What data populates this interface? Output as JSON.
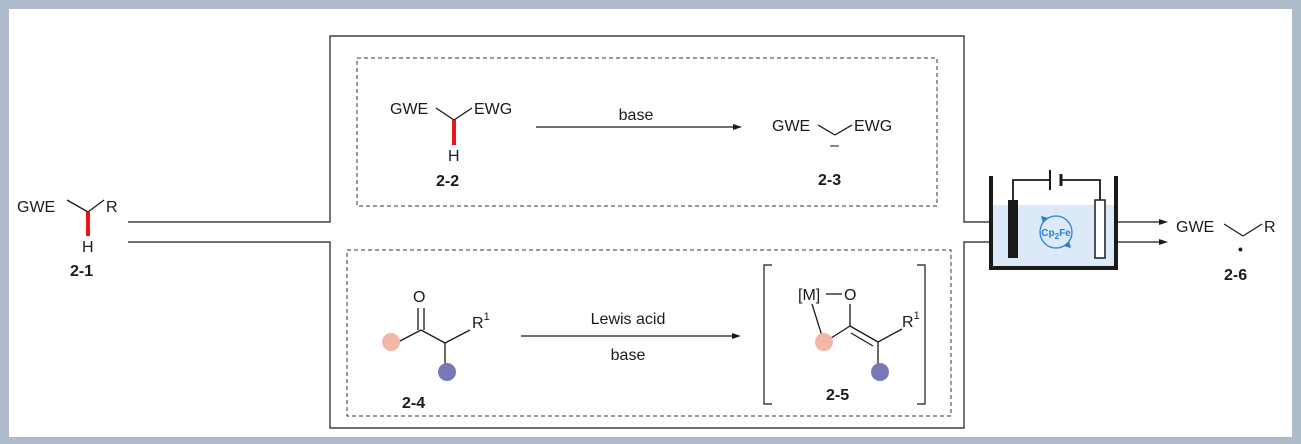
{
  "colors": {
    "page_border": "#aebbcb",
    "bond_highlight": "#e8141c",
    "accent_blue": "#2a7fd4",
    "electrolyte": "#dbe9f8",
    "dot_pink": "#f4b7a6",
    "dot_purple": "#7b78b8"
  },
  "compound_2_1": {
    "left": "GWE",
    "right": "R",
    "h": "H",
    "number": "2-1"
  },
  "reaction_1": {
    "sm_left": "GWE",
    "sm_right": "EWG",
    "sm_h": "H",
    "sm_number": "2-2",
    "reagent": "base",
    "prod_left": "GWE",
    "prod_right": "EWG",
    "prod_charge": "–",
    "prod_number": "2-3"
  },
  "reaction_2": {
    "sm_o": "O",
    "sm_r": "R",
    "sm_r_sup": "1",
    "sm_number": "2-4",
    "reagent_top": "Lewis acid",
    "reagent_bottom": "base",
    "prod_metal": "[M]",
    "prod_o": "O",
    "prod_r": "R",
    "prod_r_sup": "1",
    "prod_number": "2-5"
  },
  "cell": {
    "mediator": "Cp",
    "mediator_sub": "2",
    "mediator_tail": "Fe"
  },
  "compound_2_6": {
    "left": "GWE",
    "right": "R",
    "radical": "•",
    "number": "2-6"
  }
}
